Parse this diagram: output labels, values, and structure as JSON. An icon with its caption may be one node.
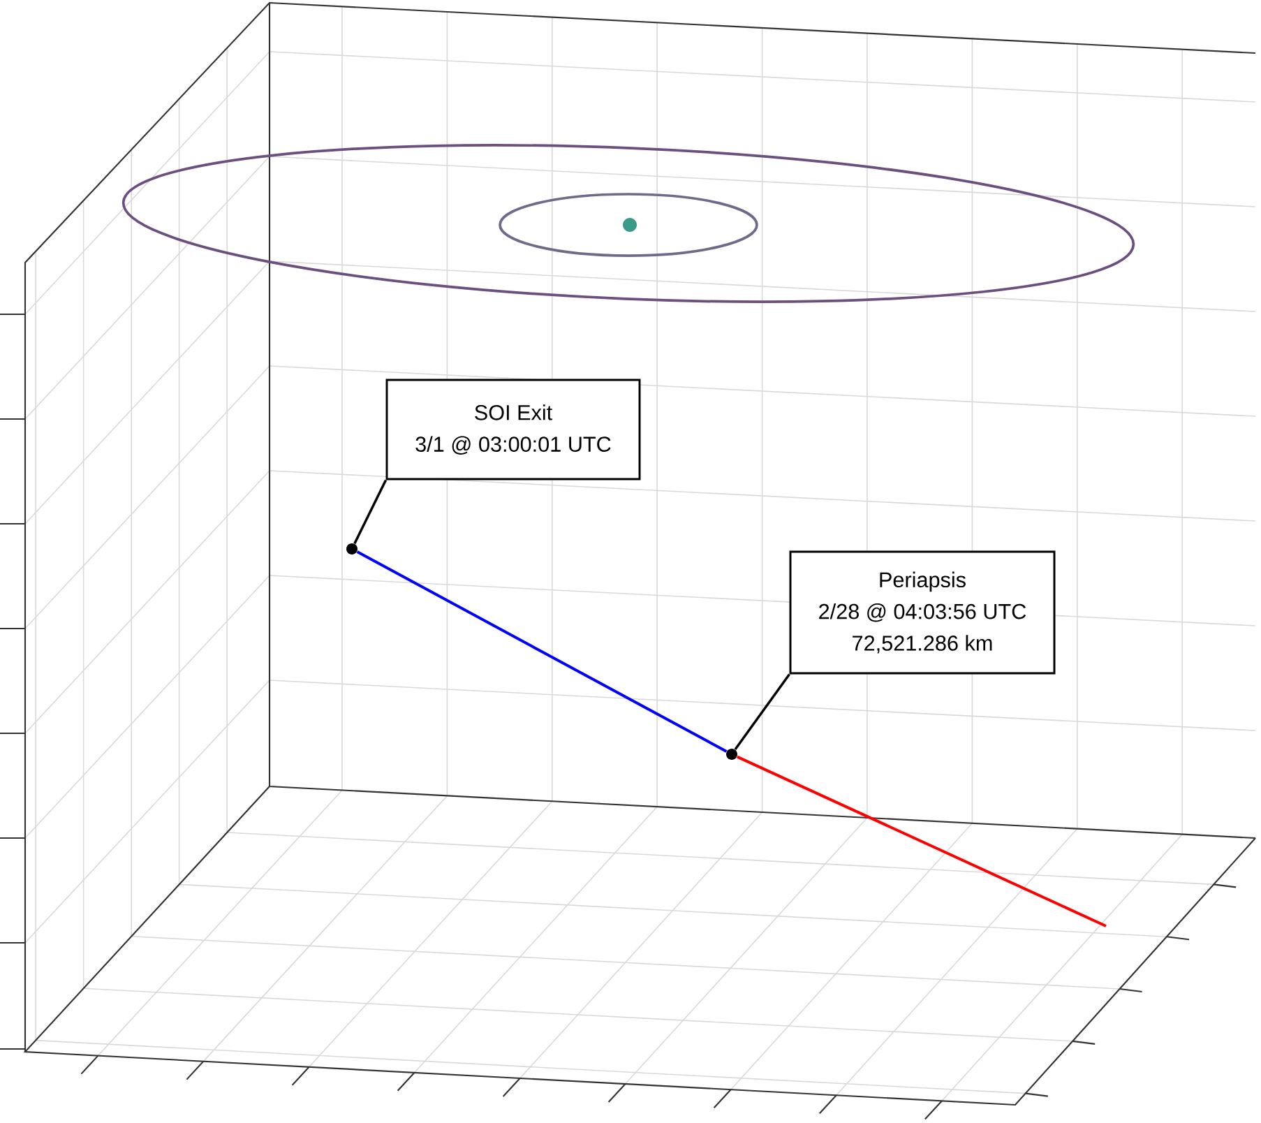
{
  "diagram": {
    "nodes": [
      {
        "text": [
          "SOI Exit",
          "3/1 @ 03:00:01 UTC"
        ]
      },
      {
        "text": [],
        "shape": "circle"
      },
      {
        "text": [
          "Periapsis",
          "2/28 @ 04:03:56 UTC",
          "72,521.286 km"
        ]
      },
      {
        "text": [],
        "shape": "circle"
      }
    ],
    "edges": [
      {
        "from": 0,
        "to": 1,
        "arrow": "none"
      },
      {
        "from": 2,
        "to": 3,
        "arrow": "none"
      },
      {
        "from": 1,
        "to": 3,
        "arrow": "none",
        "color": "#0000ff"
      },
      {
        "from": 3,
        "to": null,
        "arrow": "none",
        "color": "#ff0000"
      }
    ]
  }
}
